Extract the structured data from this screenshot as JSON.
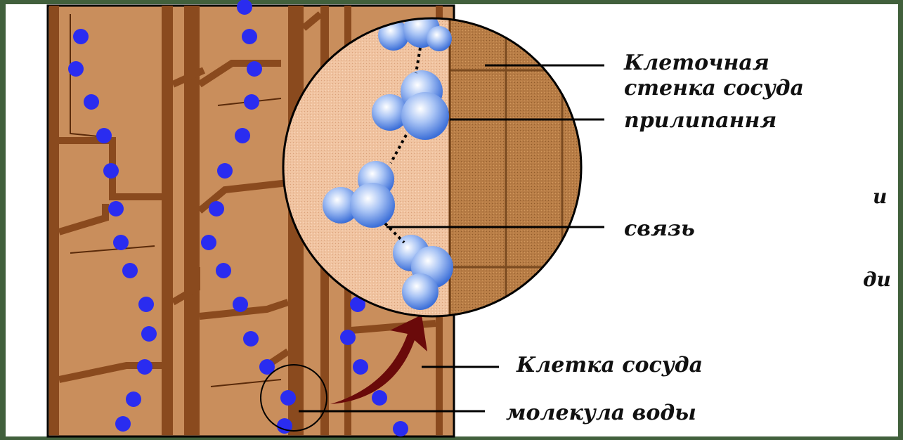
{
  "labels": {
    "cell_wall_line1": "Клеточная",
    "cell_wall_line2": "стенка сосуда",
    "adhesion": "прилипання",
    "bond": "связь",
    "vessel_cell": "Клетка сосуда",
    "water_molecule": "молекула воды",
    "partial_right_1": "и",
    "partial_right_2": "ди"
  },
  "colors": {
    "background": "#3f5a3a",
    "panel": "#ffffff",
    "cell_fill": "#c98e5c",
    "cell_wall": "#8a4a1e",
    "water_dot": "#2a2cf0",
    "zoom_fill": "#f0c3a0",
    "zoom_wall": "#b07640",
    "arrow": "#6a0a0a",
    "molecule": "#8fb0f0"
  }
}
